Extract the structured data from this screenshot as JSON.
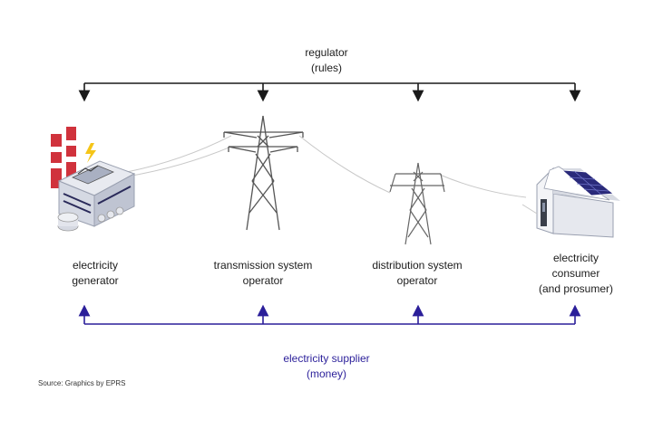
{
  "regulator": {
    "line1": "regulator",
    "line2": "(rules)"
  },
  "actors": [
    {
      "line1": "electricity",
      "line2": "generator",
      "line3": ""
    },
    {
      "line1": "transmission system",
      "line2": "operator",
      "line3": ""
    },
    {
      "line1": "distribution system",
      "line2": "operator",
      "line3": ""
    },
    {
      "line1": "electricity",
      "line2": "consumer",
      "line3": "(and prosumer)"
    }
  ],
  "supplier": {
    "line1": "electricity supplier",
    "line2": "(money)"
  },
  "source": "Source: Graphics by EPRS",
  "colors": {
    "regulator_arrows": "#1a1a1a",
    "supplier_arrows": "#2b1f9a",
    "power_plant_red": "#d0323c",
    "solar_panel": "#2a2a7a"
  }
}
